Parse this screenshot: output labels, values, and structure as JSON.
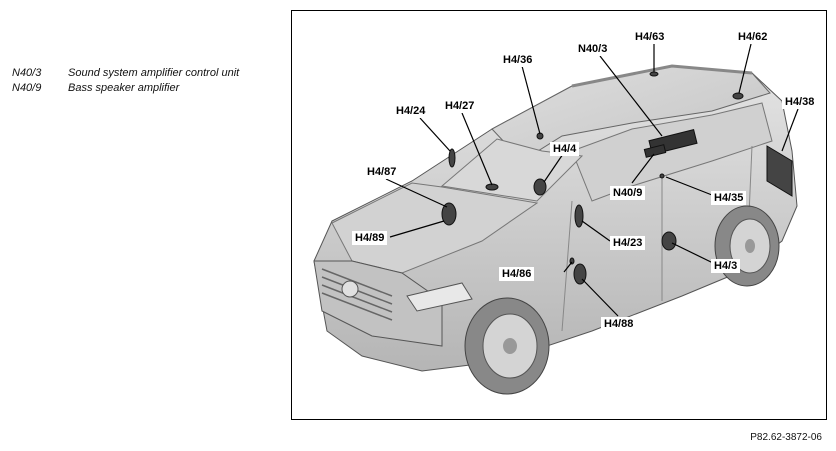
{
  "legend": [
    {
      "code": "N40/3",
      "description": "Sound system amplifier control unit"
    },
    {
      "code": "N40/9",
      "description": "Bass speaker amplifier"
    }
  ],
  "callouts": {
    "h4_63": "H4/63",
    "h4_62": "H4/62",
    "n40_3": "N40/3",
    "h4_36": "H4/36",
    "h4_38": "H4/38",
    "h4_24": "H4/24",
    "h4_27": "H4/27",
    "h4_4": "H4/4",
    "h4_87": "H4/87",
    "n40_9": "N40/9",
    "h4_35": "H4/35",
    "h4_89": "H4/89",
    "h4_23": "H4/23",
    "h4_86": "H4/86",
    "h4_3": "H4/3",
    "h4_88": "H4/88"
  },
  "figure_reference": "P82.62-3872-06"
}
